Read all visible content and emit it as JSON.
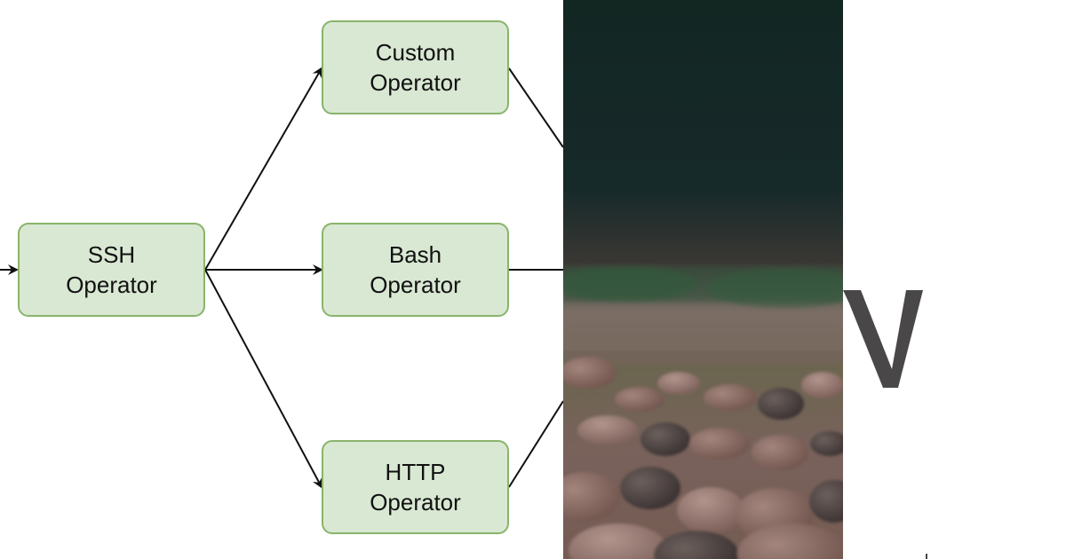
{
  "diagram": {
    "nodes": [
      {
        "id": "ssh",
        "label": "SSH\nOperator"
      },
      {
        "id": "custom",
        "label": "Custom\nOperator"
      },
      {
        "id": "bash",
        "label": "Bash\nOperator"
      },
      {
        "id": "http",
        "label": "HTTP\nOperator"
      }
    ],
    "edges": [
      {
        "from": "input",
        "to": "ssh"
      },
      {
        "from": "ssh",
        "to": "custom"
      },
      {
        "from": "ssh",
        "to": "bash"
      },
      {
        "from": "ssh",
        "to": "http"
      },
      {
        "from": "custom",
        "to": "offscreen"
      },
      {
        "from": "bash",
        "to": "offscreen"
      },
      {
        "from": "http",
        "to": "offscreen"
      }
    ]
  },
  "colors": {
    "node_fill": "#d9e8d3",
    "node_border": "#88b46b",
    "edge_stroke": "#111111",
    "glyph_gray": "#4a4748",
    "photo_dark": "#122622",
    "photo_pebble": "#8a6e66"
  },
  "icons": {
    "photo": "pebble-ground-photo",
    "overlay_glyph": "partial-v-glyph"
  }
}
